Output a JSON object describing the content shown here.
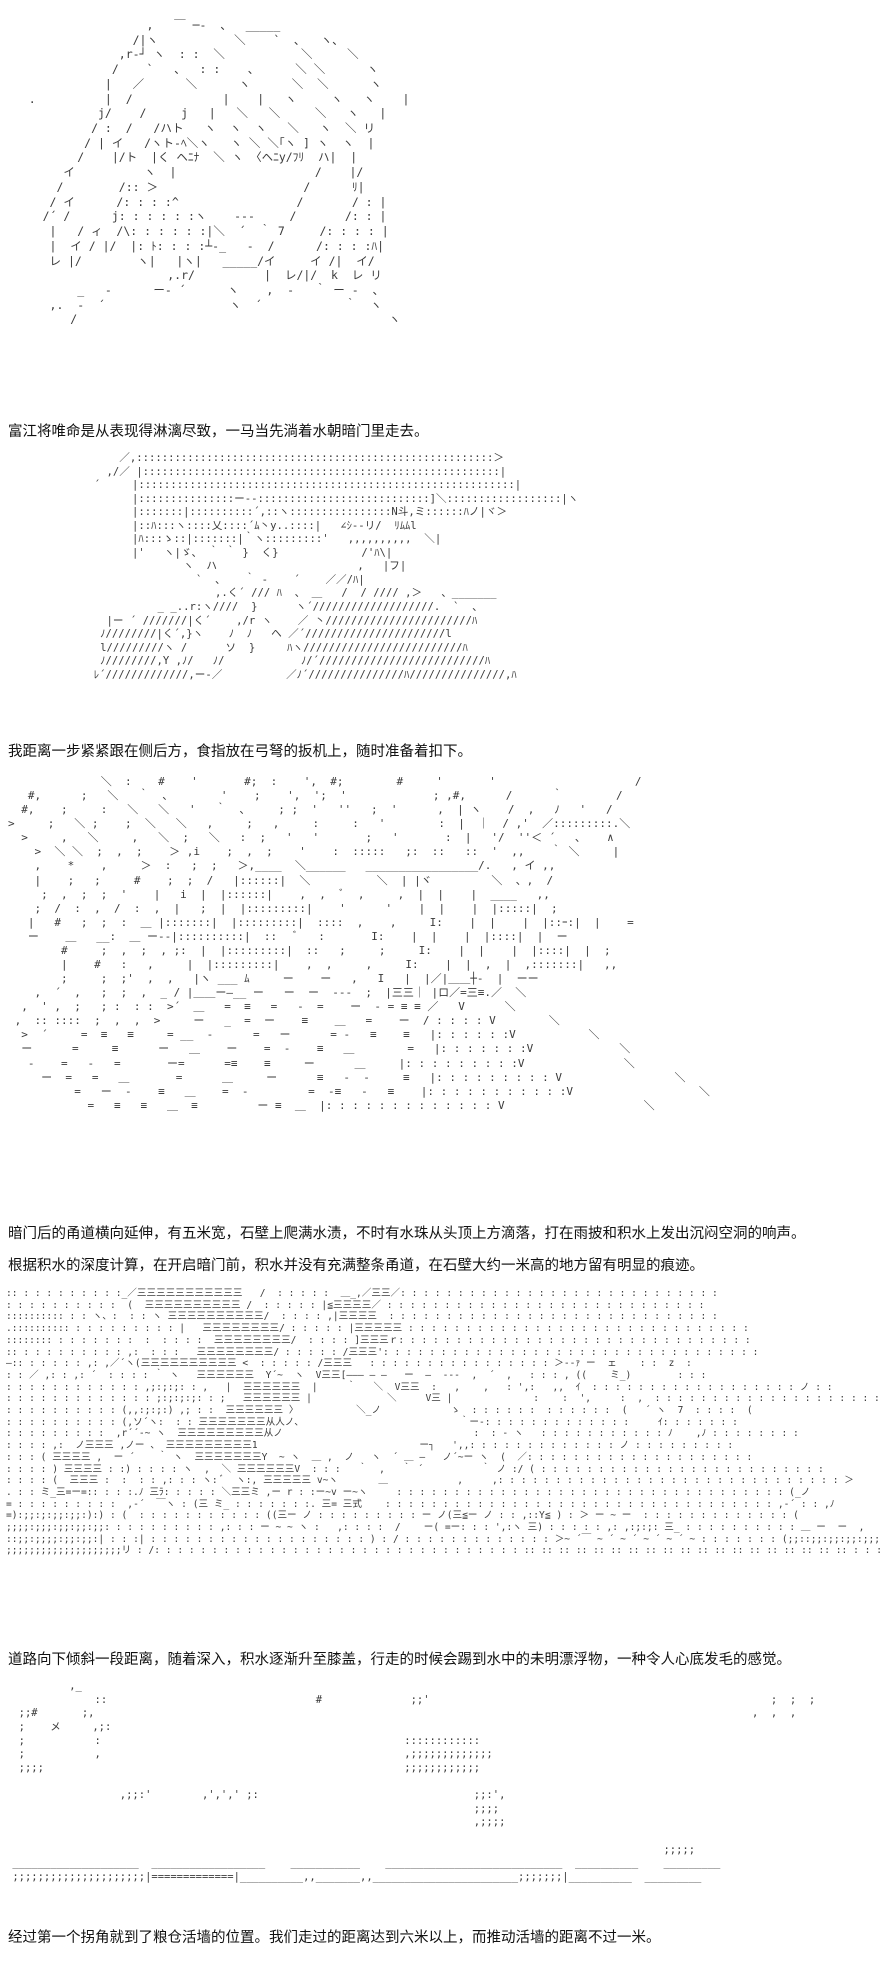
{
  "figures": [
    {
      "id": "art1",
      "lines": [
        "                    ,   ￣ ─-  、  _____",
        "                  /|ヽ           ＼    `  ､   ヽ、",
        "                ,r‐┘ ヽ  : :  ＼           ＼     ＼",
        "               /    `   、  : :    ､      ＼ ＼      ヽ",
        "              |   ／      ＼      ヽ      ＼  ＼      ヽ",
        "   .          |  /             |    |   ヽ     ヽ   ヽ    |",
        "             j/    /     j   |   ＼   ＼     ＼   ヽ   |",
        "            / :  /   /ハト   ヽ  ヽ  ヽ   ＼   ヽ  ＼ リ",
        "           / | イ   /ヽト-ﾍ＼ヽ   ヽ ＼ ＼｢ヽ ] ヽ  ヽ  |",
        "          /    |/ト  |く ヘﾆﾅ  ＼ ヽ 〈ヘﾆy/ﾌﾘ  ハ|  |",
        "        イ          ヽ  |                    /    |/",
        "       /        /:: ＞                     /      ﾘ|",
        "      / イ      /: : : :^                 /       / : |",
        "     /´ /      j: : : : : :ヽ    ---     /       /: : |",
        "      |   / ィ  /\\: : : : : :|＼  ´  ｀ 7     /: : : : |",
        "      |  イ / |/  |: ﾄ: : : :┴-_   -  /      /: : : :ﾊ|",
        "      レ |/        ヽ|   |ヽ|   _____/イ     イ /|  イ/",
        "                       ,.r/          |  レ/|/  k  レ リ",
        "          _   ‐      ー‐ ´      ヽ    ,  ‐   ｀ ー ‐  、",
        "      ,.  -  ´                  ヽ  ´            ｀  ヽ",
        "         /                                             ヽ"
      ]
    },
    {
      "id": "art2",
      "lines": [
        "              ／,::::::::::::::::::::::::::::::::::::::::::::::::::::::::＞",
        "            ,/／ |::::::::::::::::::::::::::::::::::::::::::::::::::::::::|",
        "          ´     |:::::::::::::::::::::::::::::::::::::::::::::::::::::::::::|",
        "                |:::::::::::::::ー--:::::::::::::::::::::::::::]＼::::::::::::::::::|ヽ",
        "                |:::::::|::::::::::´,::ヽ::::::::::::::::N斗,ミ::::::ﾊノ|ヾ＞",
        "                |::ﾊ:::ヽ::::乂::::´ﾑ丶y..::::|   ∠ｼ-‐リ/  ﾘﾑﾑl",
        "                |ﾊ:::ゝ::|:::::::|｀ヽ:::::::::'   ,,,,,,,,,,  ＼|",
        "                |'   ヽ|ゞ、 ｀ ｀ }  く}             /'ﾊ\\|",
        "                        ヽ  ハ                      ,   |フ|",
        "                          `  、   ｀ -    ´    ／／/ﾊ|",
        "                             ,.く´ /// ﾊ  、 ＿   /  / //// ,＞   、_______",
        "                    _ _..r:ヽ////  }      ヽ´///////////////////.  `  、",
        "            |ー ´ ///////|く´    ,/r ヽ    ／ 丶///////////////////////ﾊ",
        "           ﾉ////////|く´,}ヽ    ﾉ  ﾉ   ヘ ／´//////////////////////l",
        "           l/////////ヽ /      ソ  }     ﾊヽ/////////////////////////ﾊ",
        "           ﾉ////////,Y ,ﾉ/   ﾉ/            ﾉ/´//////////////////////////ﾊ",
        "          ﾚ´/////////////,ー‐／          ／ﾉ´///////////////ﾊ///////////////,ﾊ"
      ]
    },
    {
      "id": "art3",
      "lines": [
        "              ＼  :    #    '       #;  :    ',  #;        #     '       '                     /",
        "   #,      ;   ＼   ｀  ､        '    ;    ',  ';  '             ; ,#,      /      ｀        /",
        "  #,    ;     :   ＼   ＼   '   ｀  ､     ; ;  '   ''   ;  '      ,  | ヽ    /  ,   ﾉ   '   /",
        ">     ;   ＼ ;    ;  ＼   ＼   ,     ;   ,     :     :   '        :  |  ｜  / ,'  ／:::::::::.＼",
        "  >     ,   ＼     ,   ＼  ;   ＼   :  ;   '   '       ;   '       :  |   '/  ''＜ ´   ､    ∧",
        "    >  ＼ ＼  ;  ,  ;    ＞ ,i    ;  ,  ;    '    :  :::::   ;:  ::   ::  '  ,,    ｀ ＼     |",
        "    ,    *    ,     ＞  :   ;  ;   ＞,____  ＼______   _________________/.   , イ ,,",
        "    |    ;   ;     #    ;  ;  /   |::::::|  ＼          ＼  | |ヾ         ＼  、,  /",
        "     ;  ,  ;  ;  '    |   i  |  |::::::|    ,  ,  ﾞ  ,     ,  |  |    |  ____   ,,",
        "    ;  /  :  ,  /  :  ,  |   ;  |  |:::::::::|    '      '    |  |    |  |:::::|  ;",
        "   |   #   ;  ;  :  ＿ |:::::::|  |:::::::::|  ::::  ,    ,     I:    |  |    |  |::ｰ:|  |    =",
        "   ー    ＿   __:  ＿ ー--|::::::::::|  ::   ﾞ   :       I:    |  |    |  |::::|  |  ー",
        "        #     ;  ,  ;  , ;:  |  |:::::::::|  ::   ;     ;     I:    |  |    |  |::::|  |  ;",
        "        |    #   :   ,     |  |:::::::::|    ,  ,     ,     I:    |  |  ,  |  ,:::::::|   ,,",
        "        ;     ;  ;'  ,  ,   |ヽ ___ ﾑ     ー    ー   ,   I   |  |／|＿＿┼-  |  ーー",
        "    ,  ´  ,   ;  ;  ,  _ / |＿＿ー―__ ー   ー  ー  ---  ;  |三三｜ |ロ／=三≡.／  ＼",
        "  ,  ' ,  ;   ; :  : :  >´  ＿   =  ≡   =   -  =    ー  - = ≡ ≡ ／   V      ＼",
        " ,  :: ::::  ;  ,  ,  >     ー   _  =  ー    ≡    ＿   =    ー  / : : : : V        ＼",
        "  >  ´     =  ≡   ≡     = __  -      =   ー      = -   ≡    ≡   |: : : : : :V           ＼",
        "  ー      =     ≡      ー   ＿    ー    =  -    ≡   ＿        =   |: : : : : : :V             ＼",
        "   -    =   -   =       ー=      =≡    ≡     ー      ＿     |: : : : : : : : :V               ＼",
        "     ー  =   =   ＿       =      ＿     ー      ≡   -  -     ≡   |: : : : : : : : : V                 ＼",
        "          =   ー  -    ≡   ＿    =  -         =  -≡   -   ≡    |: : : : : : : : : : :V                   ＼",
        "            =   ≡   ≡   ＿  ≡         ー ≡  ＿  |: : : : : : : : : : : : : V                     ＼"
      ]
    },
    {
      "id": "art4",
      "lines": [
        ":: : : : : : : : : :_／三三三三三三三三三三三   /  : : : : :  ＿_,／三三／: : : : : : : : : : : : : : : : : : : : : : : : : : : :",
        ": : : : : : : : : :  (  三三三三三三三三三三 /  : : : : : |≦三三三三／ : : : : : : : : : : : : : : : : : : : : : : : : : : : :",
        ":::::::::: : : ヽ、:  : : ヽ 三三三三三三三三三三/  : : : : ,|三三三三  : : : : : : : : : : : : : : : : : : : : : : : : : : : : :",
        ".:::::::::: : : : : : : : : : |   三三三三三三三三/ : : : : : |三三三三三 : : : : : : : : : : : : : : : : : : : : : : : : : : : : : :",
        ":::::::: : : : : : : :  :  : : : :  三三三三三三三三/  : : : : ]三三三ｒ: : : : : : : : : : : : : : : : : : : : : : : : : : : : : : :",
        ":: : : : : : : : : : ,:  : : :   三三三三三三三三/ : : : : : /三三三': : : : : : : : : : : : : : : : : : : : : : : : : : : : : : : : :",
        "―:: : : : : : ,: ,／´ヽ(三三三三三三三三三三 <  : : : : : /三三三   : : : : : : : : : : : : : : : : ＞--ｧ ー  ェ    : :  z  :",
        ": : ／ ,: : ,: ´  : : : : ｀ ヽ   三三三三三三  Y´~  ヽ  V三三[――― ― ―   ー  ―  ---  ,  ´  ,   : : : , ((    ミ_)        : : :",
        ": : : : : : : : : : : : ,;:;:;: : ,   |  三三三三三三  |     ｀   ＼  V三三  :   ,    ,   : ',:   ,,  ｲ  : : : : : : : : : : : : : : : : : : ノ : :",
        ": : : : : : : : : : : : : ;:;:;:;: : ;   三三三三三三 |             ＼     V三 |              :    :  ',     :  ,  : : : : : : : : : : : : : : : : : : : : :",
        ": : : : : : : : : : (,,:;:;:) ,; : :  三三三三三三 〉          ＼_ノ            ゝ  : : : : : :  : : : : : :  (   ´ ヽ  7  : : : :  (",
        ": : : : : : : : : : (,ソ´ヽ:  : : 三三三三三三三从人ノ、                           ｀ー-: : : : : : : : : : : : :     ｲ: : : : : : :",
        ": : : : : : : : :  ,r´´‐~ ヽ  三三三三三三三三三从ノ                                 :  : ‐ ヽ   : : : : : : : : : : : ﾉ    ,ﾉ : : : : : : : :",
        ": : : : ,:  ノ三三三 ,ノー 、 三三三三三三三三三1                            ー┐   ',,: : : : : : : : : : : : : ノ : : : : : : : : :",
        ": : : ( 三三三三 ,  ー ´    ｀ ヽ  三三三三三三三Y  ~ ヽ  ＿ ,  ノ   ヽ  ´ ＿ ―   ノ´~ー ヽ  (  ／: : : : : : : : : : : : : : : : : : : :",
        ": : : : ) 三三三三 : :) : : : : ヽ  ,  ＼ 三三三三三三V  : : :   ｀  ,   ｀ ´          ｀ ノ :/ ( : : : : : : : : : : : : : : : : : : : : : : : : :",
        ": : : : (  三三三 :  :  : : ,: : : ヽ: ﾞ  ヽ:, 三三三三三 v~ヽ       ＿            ,     ,: : : : : : : : : : : : : : : : : : : : : : : : : : : : : : ＞",
        ". : : ミ_三=ー=:: : : :.ﾉ 三ﾗ: : : : : ＼三三ミ ,ー r : :ー~v ー~ヽ     : : : : : : : : : : : : : : : : : : : : : : : : : : : : : : : : : : (_ノ",
        "= : : : : : : : : :  ,-´  ￣ヽ : (三 ミ_ : : : : : : :. 三= 三式    : : : : : : : : : : : : : : : : : : : : : : : : : : : : : : : : : : ,-´ : : ,ﾉ",
        "=):;;:;:;;:;;:):) : (  : : : : : : : : : : : ((三ー ノ : : : : : : : : : ー ノ(三≦ー ノ : : ,::Y≦ ) : ＞ ー ~ ー  : : : : : : : : : : : : : (",
        ";;;;:;;;:;;:;;:;;: : : : : : : : : : ,: : : ー ~ ~ ヽ :   ,: : : :  /    ー( =ー: : : ',:ヽ 三) : : : : : ,: ,:;:;: 三_ : : : : : : : : : : ＿ ー  ー  ,",
        "::;;:;;;;:;;:;;:| : : :| : : : : : : : : : : : : : : : : : : : ) : / : : : : : : : : : : : : : ＞~ ´￣ ~ ´ ~ ´ ~ ´ ~ ´ ~ : : : : : : : (;;::;;:;;:;;:;;;:;:)  ´:",
        ";;;;;;;;;;;;;;;;;;;;リ : /: : : : : : : : : : : : : : : : : : : : : : : : : : : : : : : : :: :: :: :: :: :: :: :: :: :: :: :: :: :: :: :: :: :: :: : : : :   ;;;;;;;;;;;;;;;;;;;;;;;;"
      ]
    },
    {
      "id": "art5",
      "lines": [
        "          ,_",
        "              ::                                 #              ;;'                                                      ;  ;  ;",
        "  ;;#       ;,                                                                                                        ,  ,  ,",
        "  ;    メ     ,;:",
        "  ;           :                                                ::::::::::::",
        "  ;           ,                                                ,;;;;;;;;;;;;;",
        "  ;;;;                                                         ;;;;;;;;;;;;",
        "",
        "                  ,;;:'        ,',',' ;:                                  ;;:',",
        "                                                                          ;;;;",
        "                                                                          ,;;;;",
        "",
        "                                                                                                        ;;;;;",
        " ____________________  __________________    ___________    ____________________________  __________    _________",
        " ;;;;;;;;;;;;;;;;;;;;;|=============|__________,,_______,,_______________________;;;;;;;|__________  _________"
      ]
    }
  ],
  "captions": [
    {
      "id": "cap1",
      "text": "富江将唯命是从表现得淋漓尽致，一马当先淌着水朝暗门里走去。"
    },
    {
      "id": "cap2",
      "text": "我距离一步紧紧跟在侧后方，食指放在弓弩的扳机上，随时准备着扣下。"
    },
    {
      "id": "cap3",
      "text": "暗门后的甬道横向延伸，有五米宽，石壁上爬满水渍，不时有水珠从头顶上方滴落，打在雨披和积水上发出沉闷空洞的响声。"
    },
    {
      "id": "cap4",
      "text": "根据积水的深度计算，在开启暗门前，积水并没有充满整条甬道，在石壁大约一米高的地方留有明显的痕迹。"
    },
    {
      "id": "cap5",
      "text": "道路向下倾斜一段距离，随着深入，积水逐渐升至膝盖，行走的时候会踢到水中的未明漂浮物，一种令人心底发毛的感觉。"
    },
    {
      "id": "cap6",
      "text": "经过第一个拐角就到了粮仓活墙的位置。我们走过的距离达到六米以上，而推动活墙的距离不过一米。"
    }
  ]
}
